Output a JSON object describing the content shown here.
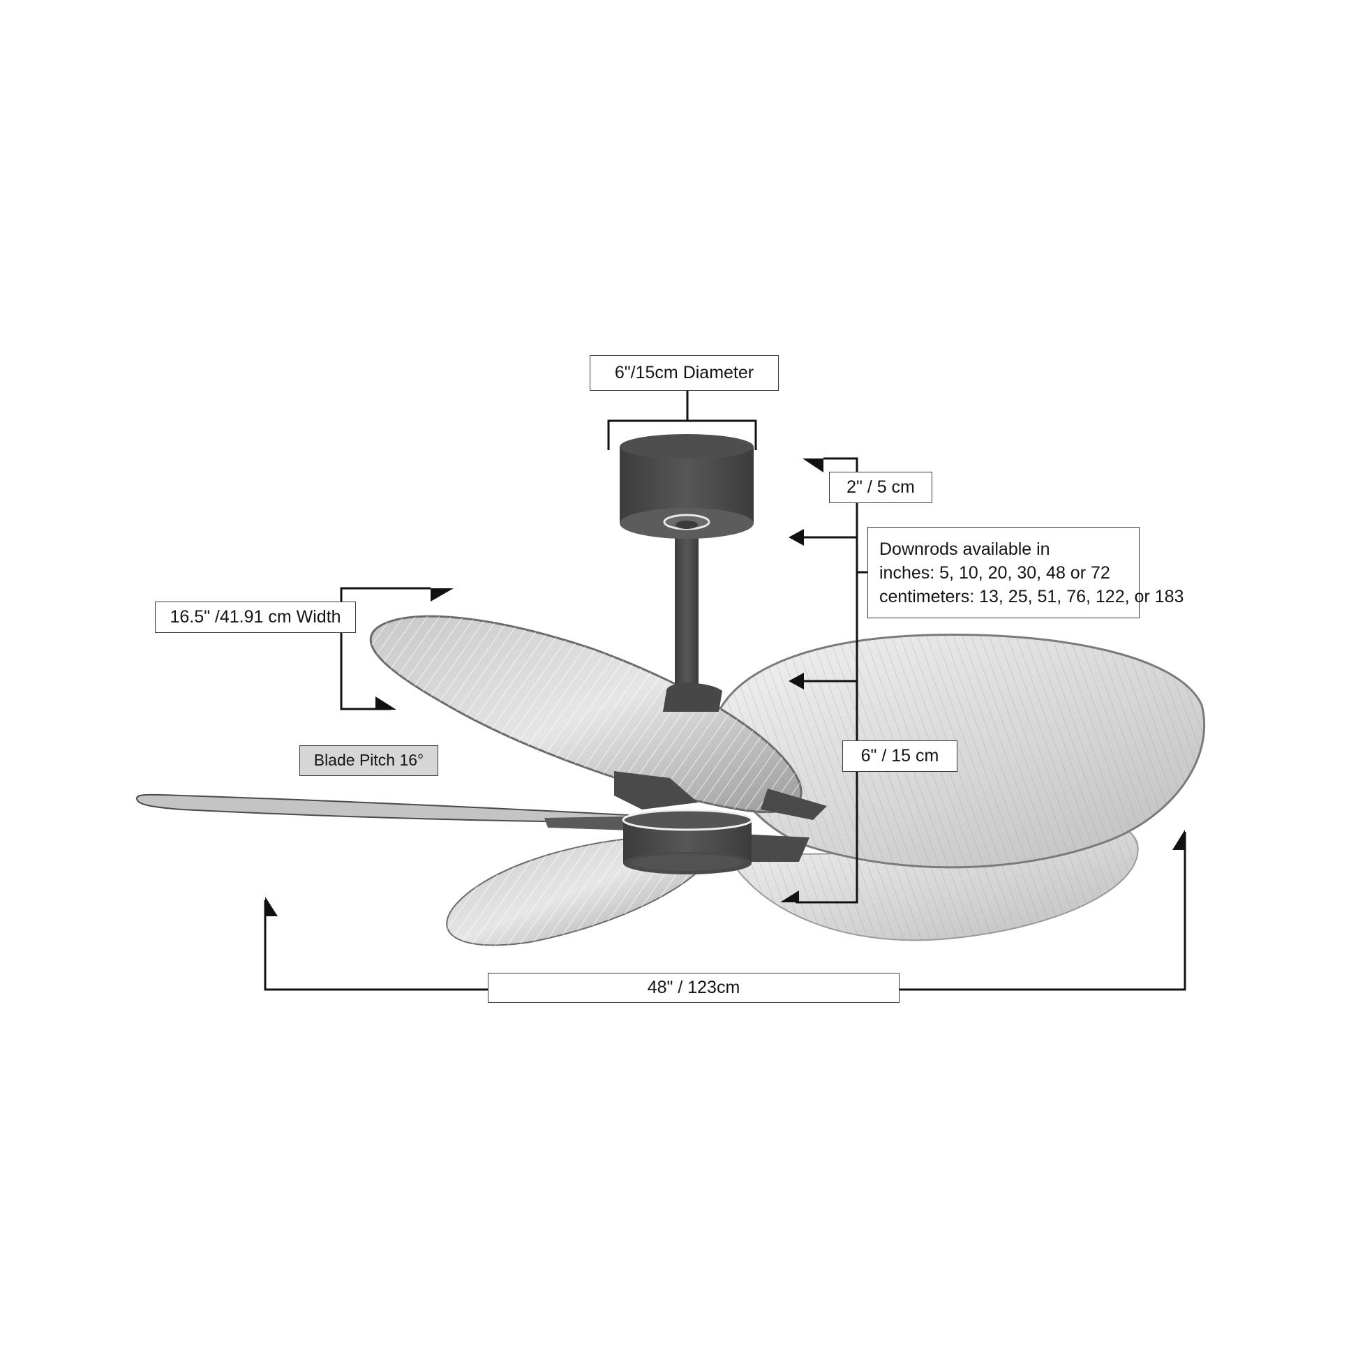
{
  "diagram": {
    "subject": "Ceiling fan dimension diagram",
    "colors": {
      "line": "#111111",
      "fan_body": "#4a4a4a",
      "blade_light": "#d9d9d9",
      "blade_mid": "#a8a8a8",
      "label_border": "#3a3a3a",
      "pitch_label_bg": "#d6d6d6"
    },
    "labels": {
      "canopy_diameter": "6\"/15cm Diameter",
      "canopy_height": "2\" / 5 cm",
      "downrods": {
        "line1": "Downrods available in",
        "line2": "inches: 5, 10, 20, 30, 48 or 72",
        "line3": "centimeters: 13, 25, 51, 76, 122, or 183"
      },
      "blade_width": "16.5\" /41.91 cm Width",
      "blade_pitch": "Blade Pitch 16°",
      "motor_height": "6\" / 15 cm",
      "fan_span": "48\" / 123cm"
    },
    "specs": {
      "canopy_diameter_in": 6,
      "canopy_diameter_cm": 15,
      "canopy_height_in": 2,
      "canopy_height_cm": 5,
      "downrod_lengths_in": [
        5,
        10,
        20,
        30,
        48,
        72
      ],
      "downrod_lengths_cm": [
        13,
        25,
        51,
        76,
        122,
        183
      ],
      "blade_width_in": 16.5,
      "blade_width_cm": 41.91,
      "blade_pitch_deg": 16,
      "motor_height_in": 6,
      "motor_height_cm": 15,
      "span_in": 48,
      "span_cm": 123,
      "blade_count": 5
    }
  }
}
